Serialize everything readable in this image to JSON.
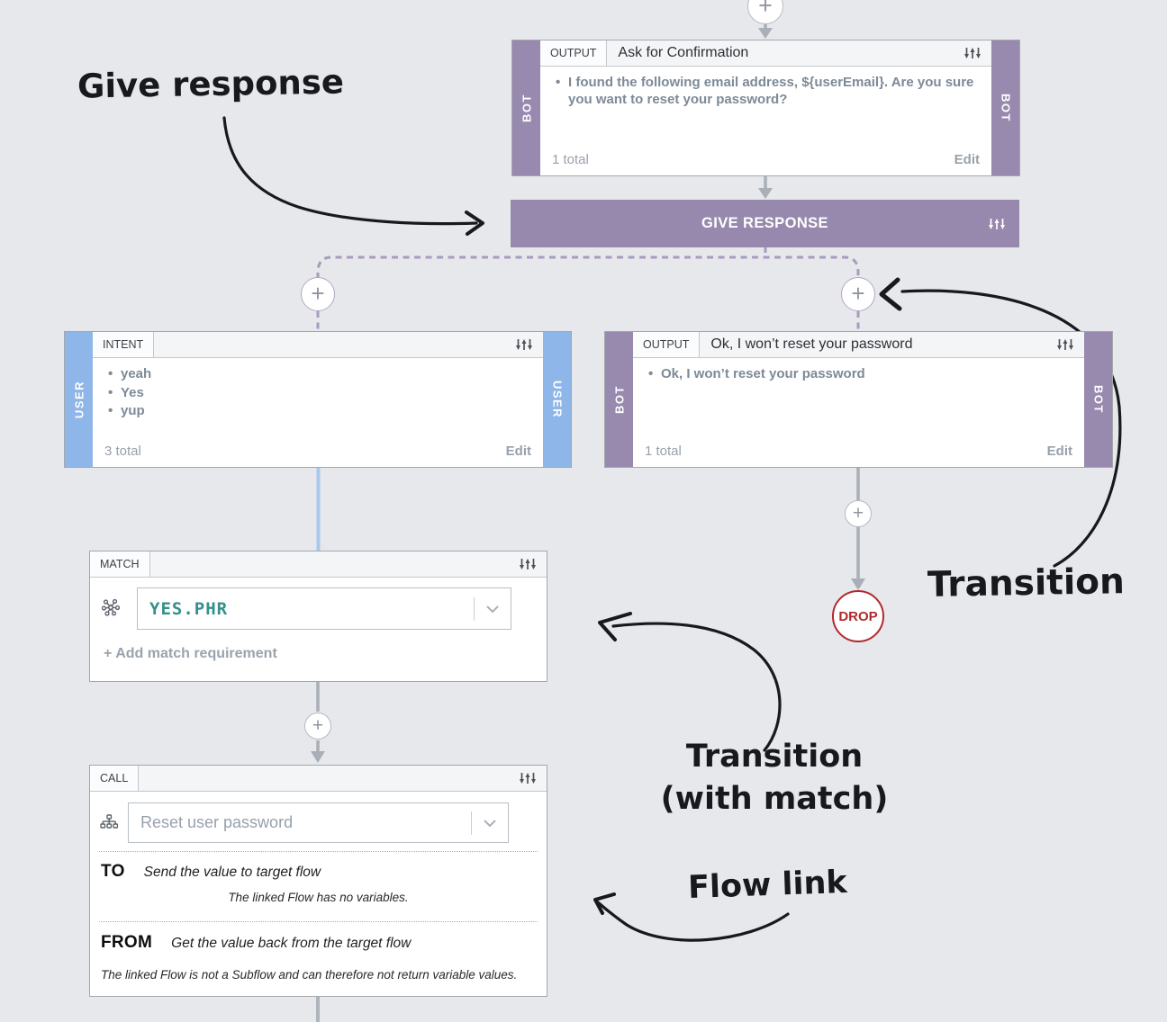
{
  "annotations": {
    "give_response": "Give response",
    "transition": "Transition",
    "transition_with_match_line1": "Transition",
    "transition_with_match_line2": "(with match)",
    "flow_link": "Flow link"
  },
  "nodes": {
    "confirm_output": {
      "type_label": "OUTPUT",
      "title": "Ask for Confirmation",
      "side_label": "BOT",
      "items": [
        "I found the following email address, ${userEmail}. Are you sure you want to reset your password?"
      ],
      "footer_count": "1 total",
      "footer_action": "Edit"
    },
    "give_response_bar": {
      "label": "GIVE RESPONSE"
    },
    "intent": {
      "type_label": "INTENT",
      "title": "",
      "side_label": "USER",
      "items": [
        "yeah",
        "Yes",
        "yup"
      ],
      "footer_count": "3 total",
      "footer_action": "Edit"
    },
    "decline_output": {
      "type_label": "OUTPUT",
      "title": "Ok, I won’t reset your password",
      "side_label": "BOT",
      "items": [
        "Ok, I won’t reset your password"
      ],
      "footer_count": "1 total",
      "footer_action": "Edit"
    },
    "match": {
      "type_label": "MATCH",
      "value": "YES.PHR",
      "add_requirement": "+ Add match requirement"
    },
    "call": {
      "type_label": "CALL",
      "value": "Reset user password",
      "to_label": "TO",
      "to_desc": "Send the value to target flow",
      "to_note": "The linked Flow has no variables.",
      "from_label": "FROM",
      "from_desc": "Get the value back from the target flow",
      "from_note": "The linked Flow is not a Subflow and can therefore not return variable values."
    },
    "drop": {
      "label": "DROP"
    }
  },
  "colors": {
    "background": "#e7e8eb",
    "bot_purple": "#9889ae",
    "user_blue": "#8fb6e9",
    "connector_purple_dashed": "#a89bbf",
    "connector_gray": "#a9afb7",
    "connector_blue": "#aac8ef",
    "drop_red": "#b1292e",
    "match_value_teal": "#33908b",
    "annotation_black": "#17191c"
  }
}
